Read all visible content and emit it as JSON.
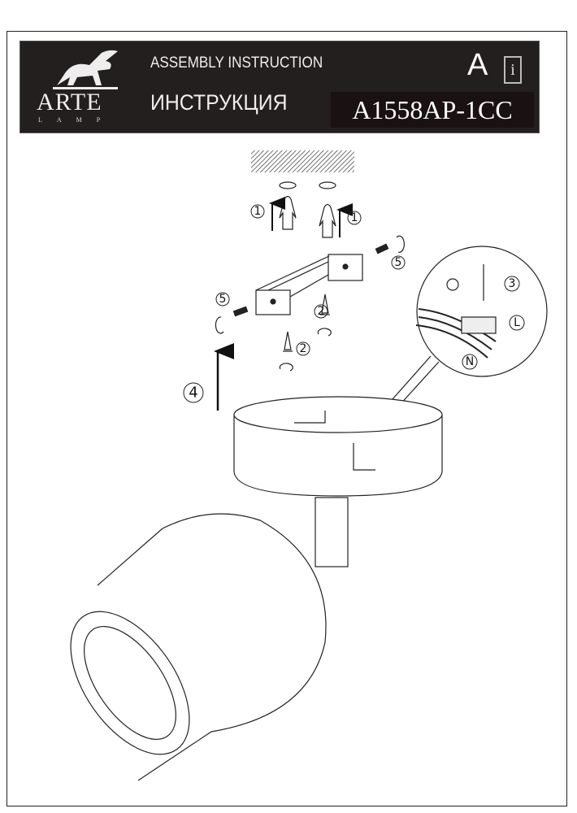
{
  "header": {
    "brand": "ARTE",
    "brand_sub": "LAMP",
    "title_en": "ASSEMBLY INSTRUCTION",
    "title_ru": "ИНСТРУКЦИЯ",
    "model": "A1558AP-1CC",
    "lang_badge": "A",
    "info_icon": "i"
  },
  "diagram": {
    "step_labels": {
      "s1": "1",
      "s2": "2",
      "s3": "3",
      "s4": "4",
      "s5": "5"
    },
    "wire_labels": {
      "live": "L",
      "neutral": "N"
    }
  }
}
